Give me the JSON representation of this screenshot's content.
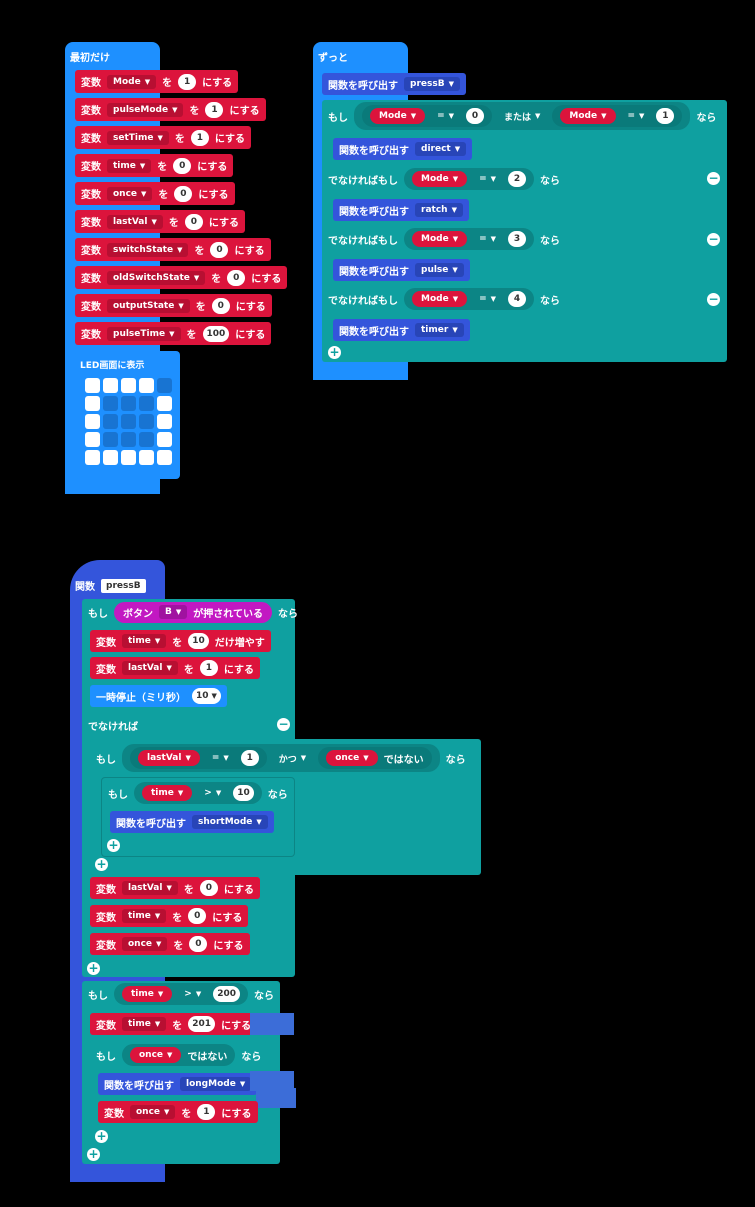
{
  "start": {
    "title": "最初だけ",
    "rows": [
      {
        "var": "Mode",
        "value": "1"
      },
      {
        "var": "pulseMode",
        "value": "1"
      },
      {
        "var": "setTime",
        "value": "1"
      },
      {
        "var": "time",
        "value": "0"
      },
      {
        "var": "once",
        "value": "0"
      },
      {
        "var": "lastVal",
        "value": "0"
      },
      {
        "var": "switchState",
        "value": "0"
      },
      {
        "var": "oldSwitchState",
        "value": "0"
      },
      {
        "var": "outputState",
        "value": "0"
      },
      {
        "var": "pulseTime",
        "value": "100"
      }
    ],
    "kw_var": "変数",
    "kw_wo": "を",
    "kw_set": "にする",
    "led_label": "LED画面に表示",
    "led": [
      [
        1,
        1,
        1,
        1,
        0
      ],
      [
        1,
        0,
        0,
        0,
        1
      ],
      [
        1,
        0,
        0,
        0,
        1
      ],
      [
        1,
        0,
        0,
        0,
        1
      ],
      [
        1,
        1,
        1,
        1,
        1
      ]
    ]
  },
  "forever": {
    "title": "ずっと",
    "call_kw": "関数を呼び出す",
    "call1": "pressB",
    "if_kw": "もし",
    "elif_kw": "でなければもし",
    "then_kw": "なら",
    "mode_var": "Mode",
    "eq": "=",
    "or_kw": "または",
    "if_vals": [
      "0",
      "1"
    ],
    "branches": [
      {
        "fn": "direct"
      },
      {
        "cmp": "2",
        "fn": "ratch"
      },
      {
        "cmp": "3",
        "fn": "pulse"
      },
      {
        "cmp": "4",
        "fn": "timer"
      }
    ]
  },
  "func": {
    "kw": "関数",
    "name": "pressB",
    "if_kw": "もし",
    "then_kw": "なら",
    "else_kw": "でなければ",
    "button_kw": "ボタン",
    "button": "B",
    "pressed_kw": "が押されている",
    "inc_kw": "だけ増やす",
    "var_kw": "変数",
    "wo": "を",
    "set_kw": "にする",
    "pause_kw": "一時停止（ミリ秒）",
    "pause_val": "10",
    "time": "time",
    "lastVal": "lastVal",
    "once": "once",
    "inc_val": "10",
    "eq": "=",
    "gt": ">",
    "and_kw": "かつ",
    "not_kw": "ではない",
    "call_kw": "関数を呼び出す",
    "shortMode": "shortMode",
    "longMode": "longMode",
    "v1": "1",
    "v0": "0",
    "v10": "10",
    "v200": "200",
    "v201": "201"
  }
}
